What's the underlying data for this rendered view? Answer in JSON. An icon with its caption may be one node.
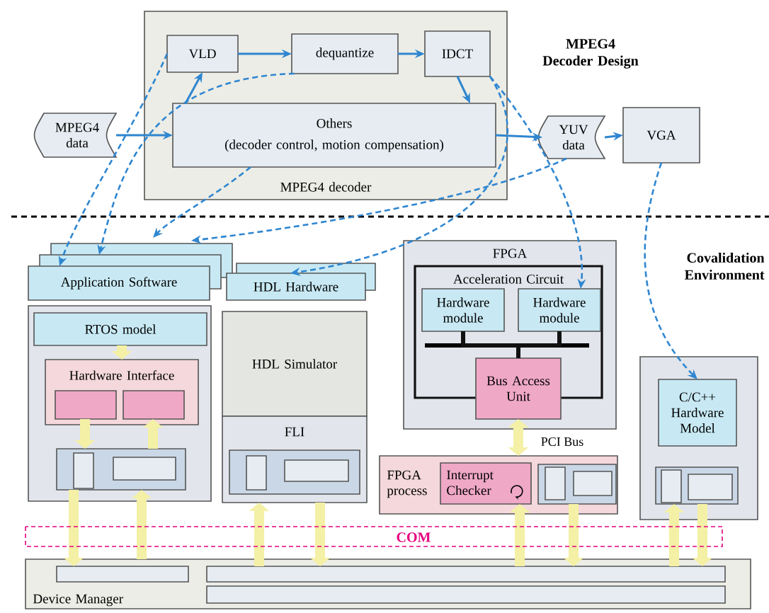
{
  "diagram": {
    "nodes": [
      {
        "text": [
          "MPEG4 decoder"
        ]
      },
      {
        "text": [
          "VLD"
        ],
        "in": 0
      },
      {
        "text": [
          "dequantize"
        ],
        "in": 0
      },
      {
        "text": [
          "IDCT"
        ],
        "in": 0
      },
      {
        "text": [
          "Others",
          "(decoder control, motion compensation)"
        ],
        "in": 0
      },
      {
        "text": [
          "MPEG4 data"
        ]
      },
      {
        "text": [
          "YUV data"
        ]
      },
      {
        "text": [
          "VGA"
        ]
      },
      {
        "text": [
          "Application Software"
        ]
      },
      {
        "text": [
          "HDL Hardware"
        ]
      },
      {
        "text": [],
        "shape": "box"
      },
      {
        "text": [
          "RTOS model"
        ],
        "in": 10
      },
      {
        "text": [
          "Hardware Interface"
        ],
        "in": 10
      },
      {
        "text": [],
        "shape": "box",
        "in": 12
      },
      {
        "text": [],
        "shape": "box",
        "in": 12
      },
      {
        "text": [],
        "shape": "box",
        "in": 10
      },
      {
        "text": [
          "HDL Simulator"
        ]
      },
      {
        "text": [
          "FLI"
        ]
      },
      {
        "text": [],
        "shape": "box",
        "in": 17
      },
      {
        "text": [
          "FPGA"
        ]
      },
      {
        "text": [
          "Acceleration Circuit"
        ],
        "in": 19
      },
      {
        "text": [
          "Hardware module"
        ],
        "in": 20
      },
      {
        "text": [
          "Hardware module"
        ],
        "in": 20
      },
      {
        "text": [
          "Bus Access Unit"
        ],
        "in": 19
      },
      {
        "text": [
          "FPGA process"
        ]
      },
      {
        "text": [
          "Interrupt Checker"
        ],
        "in": 24
      },
      {
        "text": [],
        "shape": "box",
        "in": 24
      },
      {
        "text": [],
        "shape": "box"
      },
      {
        "text": [
          "C/C++ Hardware Model"
        ],
        "in": 27
      },
      {
        "text": [],
        "shape": "box",
        "in": 27
      },
      {
        "text": [
          "Device Manager"
        ]
      },
      {
        "text": [],
        "shape": "box",
        "in": 30
      },
      {
        "text": [],
        "shape": "box",
        "in": 30
      },
      {
        "text": [],
        "shape": "box",
        "in": 30
      }
    ],
    "edges": [
      {
        "from": 5,
        "to": 4,
        "arrow": "to"
      },
      {
        "from": 4,
        "to": 1,
        "arrow": "to"
      },
      {
        "from": 1,
        "to": 2,
        "arrow": "to"
      },
      {
        "from": 2,
        "to": 3,
        "arrow": "to"
      },
      {
        "from": 3,
        "to": 4,
        "arrow": "to"
      },
      {
        "from": 4,
        "to": 6,
        "arrow": "to"
      },
      {
        "from": 6,
        "to": 7,
        "arrow": "to"
      },
      {
        "from": 1,
        "to": 8,
        "arrow": "to",
        "style": "dashed"
      },
      {
        "from": 2,
        "to": 8,
        "arrow": "to",
        "style": "dashed"
      },
      {
        "from": 4,
        "to": 8,
        "arrow": "to",
        "style": "dashed"
      },
      {
        "from": 6,
        "to": 8,
        "arrow": "to",
        "style": "dashed"
      },
      {
        "from": 3,
        "to": 9,
        "arrow": "to",
        "style": "dashed"
      },
      {
        "from": 3,
        "to": 22,
        "arrow": "to",
        "style": "dashed"
      },
      {
        "from": 7,
        "to": 28,
        "arrow": "to",
        "style": "dashed"
      },
      {
        "from": 11,
        "to": 12,
        "arrow": "to",
        "style": "thick",
        "color": "#f4f0a6"
      },
      {
        "from": 13,
        "to": 15,
        "arrow": "to",
        "style": "thick",
        "color": "#f4f0a6"
      },
      {
        "from": 15,
        "to": 14,
        "arrow": "to",
        "style": "thick",
        "color": "#f4f0a6"
      },
      {
        "from": 15,
        "to": 31,
        "arrow": "to",
        "style": "thick",
        "color": "#f4f0a6"
      },
      {
        "from": 30,
        "to": 15,
        "arrow": "to",
        "style": "thick",
        "color": "#f4f0a6"
      },
      {
        "from": 32,
        "to": 17,
        "arrow": "to",
        "style": "thick",
        "color": "#f4f0a6"
      },
      {
        "from": 17,
        "to": 32,
        "arrow": "to",
        "style": "thick",
        "color": "#f4f0a6"
      },
      {
        "from": 23,
        "to": 24,
        "arrow": "both",
        "label": "PCI Bus",
        "style": "thick",
        "color": "#f4f0a6"
      },
      {
        "from": 32,
        "to": 25,
        "arrow": "to",
        "style": "thick",
        "color": "#f4f0a6"
      },
      {
        "from": 26,
        "to": 32,
        "arrow": "to",
        "style": "thick",
        "color": "#f4f0a6"
      },
      {
        "from": 32,
        "to": 29,
        "arrow": "to",
        "style": "thick",
        "color": "#f4f0a6"
      },
      {
        "from": 29,
        "to": 32,
        "arrow": "to",
        "style": "thick",
        "color": "#f4f0a6"
      },
      {
        "from": 21,
        "to": 23,
        "arrow": "none",
        "style": "thick",
        "color": "#111111"
      },
      {
        "from": 22,
        "to": 23,
        "arrow": "none",
        "style": "thick",
        "color": "#111111"
      }
    ],
    "labels": [
      "MPEG4 Decoder Design",
      "Covalidation Environment",
      "COM"
    ]
  }
}
